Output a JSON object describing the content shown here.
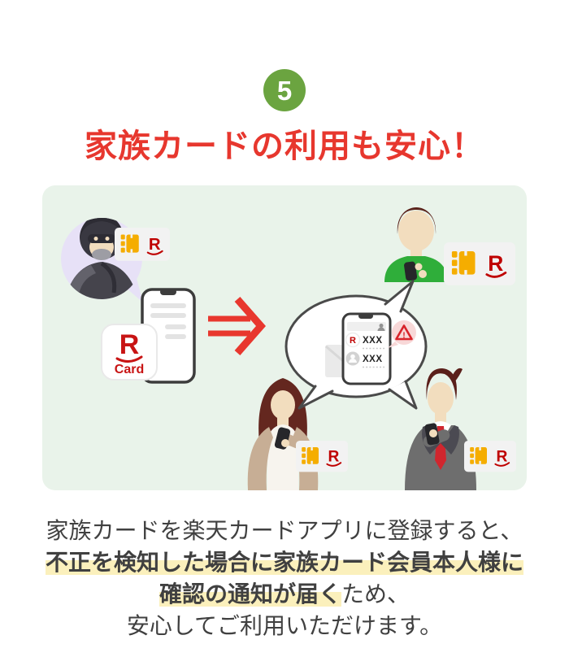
{
  "badge": {
    "number": "5"
  },
  "title": "家族カードの利用も安心！",
  "illustration": {
    "rakuten_logo_letter": "R",
    "app_icon": {
      "letter": "R",
      "label": "Card"
    },
    "notification_phone": {
      "rows": [
        "XXX",
        "XXX"
      ]
    },
    "warning_mark": "!"
  },
  "description": {
    "line1": "家族カードを楽天カードアプリに登録すると、",
    "line2_highlight": "不正を検知した場合に家族カード会員本人様に",
    "line3_highlight": "確認の通知が届く",
    "line3_suffix": "ため、",
    "line4": "安心してご利用いただけます。"
  },
  "colors": {
    "badge_green": "#6ba440",
    "title_red": "#e7372e",
    "panel_bg": "#e9f3ea",
    "highlight": "#fbf0bc",
    "text": "#404040",
    "rakuten_red": "#bf0000",
    "app_red": "#c81414",
    "arrow_red": "#e8372e",
    "warning_red": "#d8232a",
    "bubble_outline": "#4a4a4a"
  }
}
